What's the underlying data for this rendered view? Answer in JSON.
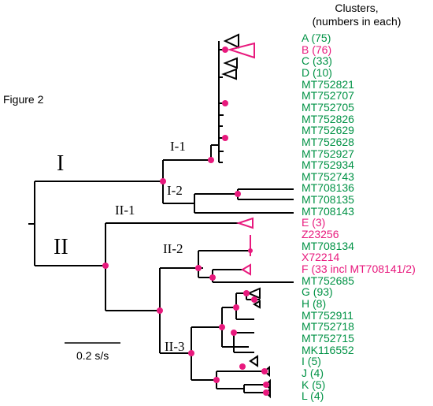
{
  "figure_label": "Figure 2",
  "header": {
    "line1": "Clusters,",
    "line2": "(numbers in each)"
  },
  "clades": {
    "I": "I",
    "II": "II",
    "I_1": "I-1",
    "I_2": "I-2",
    "II_1": "II-1",
    "II_2": "II-2",
    "II_3": "II-3"
  },
  "scale_bar": {
    "label": "0.2 s/s"
  },
  "colors": {
    "green": "#009245",
    "magenta": "#e8197d",
    "branch": "#000000"
  },
  "leaves": [
    {
      "label": "A (75)",
      "color": "green"
    },
    {
      "label": "B (76)",
      "color": "magenta"
    },
    {
      "label": "C (33)",
      "color": "green"
    },
    {
      "label": "D (10)",
      "color": "green"
    },
    {
      "label": "MT752821",
      "color": "green"
    },
    {
      "label": "MT752707",
      "color": "green"
    },
    {
      "label": "MT752705",
      "color": "green"
    },
    {
      "label": "MT752826",
      "color": "green"
    },
    {
      "label": "MT752629",
      "color": "green"
    },
    {
      "label": "MT752628",
      "color": "green"
    },
    {
      "label": "MT752927",
      "color": "green"
    },
    {
      "label": "MT752934",
      "color": "green"
    },
    {
      "label": "MT752743",
      "color": "green"
    },
    {
      "label": "MT708136",
      "color": "green"
    },
    {
      "label": "MT708135",
      "color": "green"
    },
    {
      "label": "MT708143",
      "color": "green"
    },
    {
      "label": "E (3)",
      "color": "magenta"
    },
    {
      "label": "Z23256",
      "color": "magenta"
    },
    {
      "label": "MT708134",
      "color": "green"
    },
    {
      "label": "X72214",
      "color": "magenta"
    },
    {
      "label": "F (33 incl MT708141/2)",
      "color": "magenta"
    },
    {
      "label": "MT752685",
      "color": "green"
    },
    {
      "label": "G (93)",
      "color": "green"
    },
    {
      "label": "H (8)",
      "color": "green"
    },
    {
      "label": "MT752911",
      "color": "green"
    },
    {
      "label": "MT752718",
      "color": "green"
    },
    {
      "label": "MT752715",
      "color": "green"
    },
    {
      "label": "MK116552",
      "color": "green"
    },
    {
      "label": "I (5)",
      "color": "green"
    },
    {
      "label": "J (4)",
      "color": "green"
    },
    {
      "label": "K (5)",
      "color": "green"
    },
    {
      "label": "L (4)",
      "color": "green"
    }
  ]
}
